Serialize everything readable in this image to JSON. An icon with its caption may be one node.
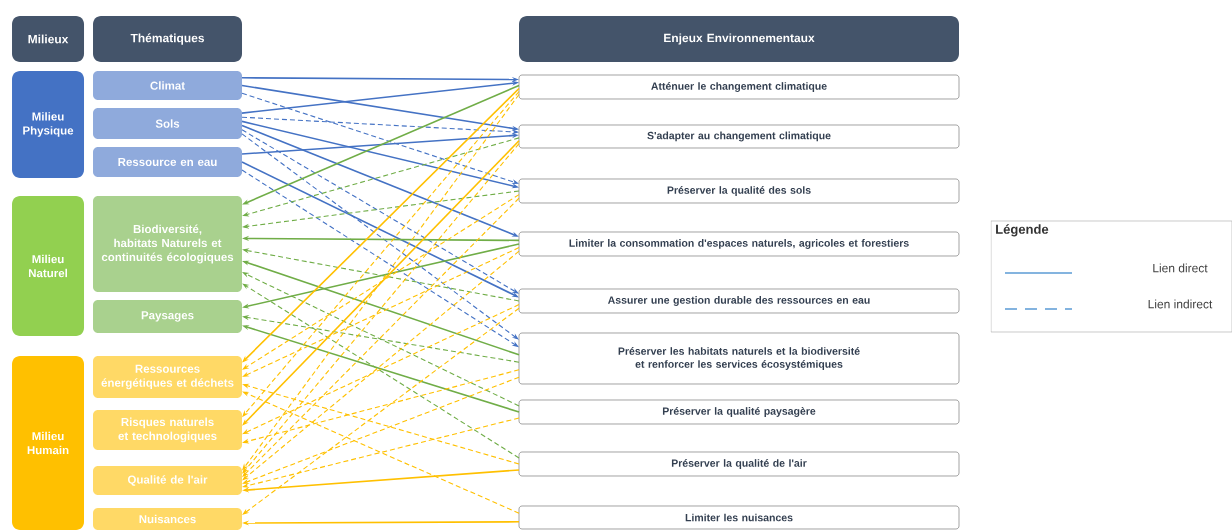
{
  "diagram": {
    "nodes": [
      {
        "text": [
          "Milieux"
        ]
      },
      {
        "text": [
          "Thématiques"
        ]
      },
      {
        "text": [
          "Enjeux Environnementaux"
        ]
      },
      {
        "text": [
          "Milieu Physique"
        ]
      },
      {
        "text": [
          "Climat"
        ]
      },
      {
        "text": [
          "Sols"
        ]
      },
      {
        "text": [
          "Ressource en eau"
        ]
      },
      {
        "text": [
          "Milieu Naturel"
        ]
      },
      {
        "text": [
          "Biodiversité, habitats Naturels et continuités écologiques"
        ]
      },
      {
        "text": [
          "Paysages"
        ]
      },
      {
        "text": [
          "Milieu Humain"
        ]
      },
      {
        "text": [
          "Ressources énergétiques et déchets"
        ]
      },
      {
        "text": [
          "Risques naturels et technologiques"
        ]
      },
      {
        "text": [
          "Qualité de l'air"
        ]
      },
      {
        "text": [
          "Nuisances"
        ]
      },
      {
        "text": [
          "Atténuer le changement climatique"
        ]
      },
      {
        "text": [
          "S'adapter au changement climatique"
        ]
      },
      {
        "text": [
          "Préserver la qualité des sols"
        ]
      },
      {
        "text": [
          "Limiter la consommation d'espaces naturels, agricoles et forestiers"
        ]
      },
      {
        "text": [
          "Assurer une gestion durable des ressources en eau"
        ]
      },
      {
        "text": [
          "Préserver les habitats naturels et la biodiversité et renforcer les services écosystémiques"
        ]
      },
      {
        "text": [
          "Préserver la qualité paysagère"
        ]
      },
      {
        "text": [
          "Préserver la qualité de l'air"
        ]
      },
      {
        "text": [
          "Limiter les nuisances"
        ]
      }
    ],
    "edges": [
      {
        "from": 4,
        "to": 15,
        "arrow": "to",
        "color": "#4472c4"
      },
      {
        "from": 4,
        "to": 16,
        "arrow": "to",
        "color": "#4472c4"
      },
      {
        "from": 4,
        "to": 17,
        "arrow": "to",
        "style": "dashed",
        "color": "#4472c4"
      },
      {
        "from": 5,
        "to": 15,
        "arrow": "to",
        "color": "#4472c4"
      },
      {
        "from": 5,
        "to": 16,
        "arrow": "to",
        "style": "dashed",
        "color": "#4472c4"
      },
      {
        "from": 5,
        "to": 17,
        "arrow": "to",
        "color": "#4472c4"
      },
      {
        "from": 5,
        "to": 18,
        "arrow": "to",
        "color": "#4472c4"
      },
      {
        "from": 5,
        "to": 19,
        "arrow": "to",
        "style": "dashed",
        "color": "#4472c4"
      },
      {
        "from": 5,
        "to": 20,
        "arrow": "to",
        "style": "dashed",
        "color": "#4472c4"
      },
      {
        "from": 6,
        "to": 16,
        "arrow": "to",
        "color": "#4472c4"
      },
      {
        "from": 6,
        "to": 19,
        "arrow": "to",
        "color": "#4472c4"
      },
      {
        "from": 6,
        "to": 20,
        "arrow": "to",
        "style": "dashed",
        "color": "#4472c4"
      },
      {
        "from": 15,
        "to": 8,
        "arrow": "to",
        "color": "#70ad47"
      },
      {
        "from": 16,
        "to": 8,
        "arrow": "to",
        "style": "dashed",
        "color": "#70ad47"
      },
      {
        "from": 17,
        "to": 8,
        "arrow": "to",
        "style": "dashed",
        "color": "#70ad47"
      },
      {
        "from": 18,
        "to": 8,
        "arrow": "to",
        "color": "#70ad47"
      },
      {
        "from": 19,
        "to": 8,
        "arrow": "to",
        "style": "dashed",
        "color": "#70ad47"
      },
      {
        "from": 20,
        "to": 8,
        "arrow": "to",
        "color": "#70ad47"
      },
      {
        "from": 21,
        "to": 8,
        "arrow": "to",
        "style": "dashed",
        "color": "#70ad47"
      },
      {
        "from": 22,
        "to": 8,
        "arrow": "to",
        "style": "dashed",
        "color": "#70ad47"
      },
      {
        "from": 18,
        "to": 9,
        "arrow": "to",
        "color": "#70ad47"
      },
      {
        "from": 20,
        "to": 9,
        "arrow": "to",
        "style": "dashed",
        "color": "#70ad47"
      },
      {
        "from": 21,
        "to": 9,
        "arrow": "to",
        "color": "#70ad47"
      },
      {
        "from": 15,
        "to": 11,
        "arrow": "to",
        "color": "#ffc000"
      },
      {
        "from": 17,
        "to": 11,
        "arrow": "to",
        "style": "dashed",
        "color": "#ffc000"
      },
      {
        "from": 18,
        "to": 11,
        "arrow": "to",
        "style": "dashed",
        "color": "#ffc000"
      },
      {
        "from": 22,
        "to": 11,
        "arrow": "to",
        "style": "dashed",
        "color": "#ffc000"
      },
      {
        "from": 23,
        "to": 11,
        "arrow": "to",
        "style": "dashed",
        "color": "#ffc000"
      },
      {
        "from": 15,
        "to": 12,
        "arrow": "to",
        "style": "dashed",
        "color": "#ffc000"
      },
      {
        "from": 16,
        "to": 12,
        "arrow": "to",
        "color": "#ffc000"
      },
      {
        "from": 19,
        "to": 12,
        "arrow": "to",
        "style": "dashed",
        "color": "#ffc000"
      },
      {
        "from": 20,
        "to": 12,
        "arrow": "to",
        "style": "dashed",
        "color": "#ffc000"
      },
      {
        "from": 15,
        "to": 13,
        "arrow": "to",
        "style": "dashed",
        "color": "#ffc000"
      },
      {
        "from": 16,
        "to": 13,
        "arrow": "to",
        "style": "dashed",
        "color": "#ffc000"
      },
      {
        "from": 17,
        "to": 13,
        "arrow": "to",
        "style": "dashed",
        "color": "#ffc000"
      },
      {
        "from": 18,
        "to": 13,
        "arrow": "to",
        "style": "dashed",
        "color": "#ffc000"
      },
      {
        "from": 20,
        "to": 13,
        "arrow": "to",
        "style": "dashed",
        "color": "#ffc000"
      },
      {
        "from": 21,
        "to": 13,
        "arrow": "to",
        "style": "dashed",
        "color": "#ffc000"
      },
      {
        "from": 22,
        "to": 13,
        "arrow": "to",
        "color": "#ffc000"
      },
      {
        "from": 19,
        "to": 14,
        "arrow": "to",
        "style": "dashed",
        "color": "#ffc000"
      },
      {
        "from": 23,
        "to": 14,
        "arrow": "to",
        "color": "#ffc000"
      }
    ],
    "labels": [
      "Légende"
    ],
    "legend": [
      {
        "text": "Lien direct"
      },
      {
        "text": "Lien indirect"
      }
    ]
  }
}
